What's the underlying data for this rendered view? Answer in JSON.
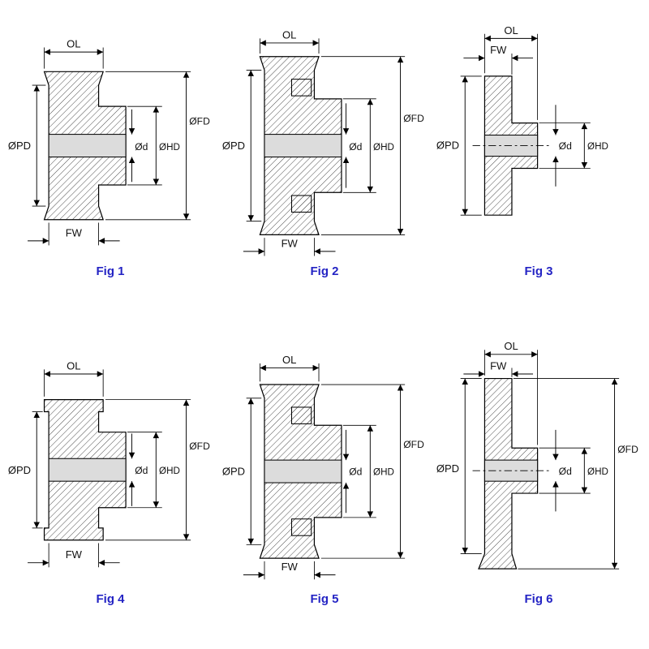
{
  "page": {
    "background": "#ffffff"
  },
  "colors": {
    "caption": "#2424c4",
    "bore_fill": "#dcdcdc",
    "line": "#000000"
  },
  "figures": [
    {
      "caption": "Fig 1",
      "dims": {
        "ol": "OL",
        "fw": "FW",
        "pd": "ØPD",
        "fd": "ØFD",
        "hd": "ØHD",
        "d": "Ød"
      }
    },
    {
      "caption": "Fig 2",
      "dims": {
        "ol": "OL",
        "fw": "FW",
        "pd": "ØPD",
        "fd": "ØFD",
        "hd": "ØHD",
        "d": "Ød"
      }
    },
    {
      "caption": "Fig 3",
      "dims": {
        "ol": "OL",
        "fw": "FW",
        "pd": "ØPD",
        "hd": "ØHD",
        "d": "Ød"
      }
    },
    {
      "caption": "Fig 4",
      "dims": {
        "ol": "OL",
        "fw": "FW",
        "pd": "ØPD",
        "fd": "ØFD",
        "hd": "ØHD",
        "d": "Ød"
      }
    },
    {
      "caption": "Fig 5",
      "dims": {
        "ol": "OL",
        "fw": "FW",
        "pd": "ØPD",
        "fd": "ØFD",
        "hd": "ØHD",
        "d": "Ød"
      }
    },
    {
      "caption": "Fig 6",
      "dims": {
        "ol": "OL",
        "fw": "FW",
        "pd": "ØPD",
        "fd": "ØFD",
        "hd": "ØHD",
        "d": "Ød"
      }
    }
  ]
}
